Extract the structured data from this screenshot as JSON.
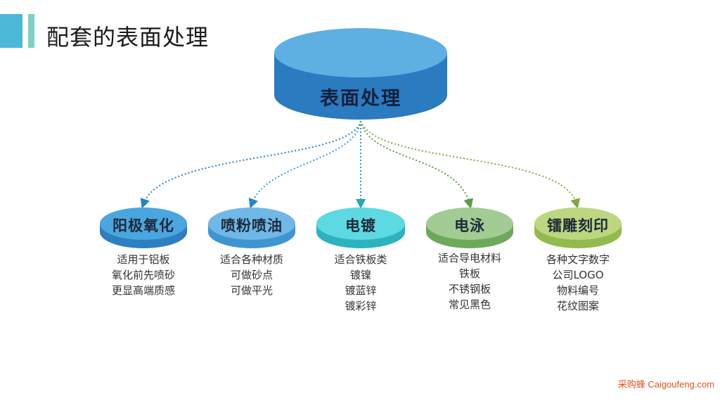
{
  "slide": {
    "title": "配套的表面处理"
  },
  "diagram": {
    "center_label": "表面处理",
    "nodes": [
      {
        "label": "阳极氧化",
        "lines": [
          "适用于铝板",
          "氧化前先喷砂",
          "更显高端质感"
        ]
      },
      {
        "label": "喷粉喷油",
        "lines": [
          "适合各种材质",
          "可做砂点",
          "可做平光"
        ]
      },
      {
        "label": "电镀",
        "lines": [
          "适合铁板类",
          "镀镍",
          "镀蓝锌",
          "镀彩锌"
        ]
      },
      {
        "label": "电泳",
        "lines": [
          "适合导电材料",
          "铁板",
          "不锈钢板",
          "常见黑色"
        ]
      },
      {
        "label": "镭雕刻印",
        "lines": [
          "各种文字数字",
          "公司LOGO",
          "物料编号",
          "花纹图案"
        ]
      }
    ]
  },
  "watermark": "采购蜂 Caigoufeng.com",
  "colors": {
    "cylinder_top": "#5fb0e2",
    "cylinder_side": "#2a7bbf",
    "node1": "#4aa6df",
    "node2": "#6fb8e8",
    "node3": "#5dd9e2",
    "node4": "#a2cc93",
    "node5": "#bdd680"
  }
}
